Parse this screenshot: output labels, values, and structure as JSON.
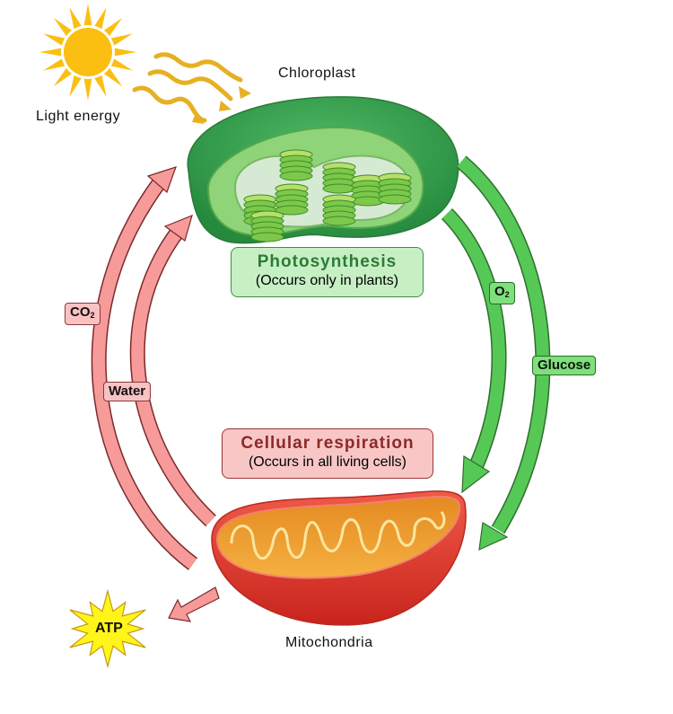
{
  "title": "Photosynthesis and Cellular Respiration Cycle",
  "labels": {
    "light_energy": "Light energy",
    "chloroplast": "Chloroplast",
    "mitochondria": "Mitochondria"
  },
  "photosynthesis": {
    "title": "Photosynthesis",
    "subtitle": "(Occurs only in plants)"
  },
  "respiration": {
    "title": "Cellular respiration",
    "subtitle": "(Occurs in all living cells)"
  },
  "arrows": {
    "oxygen": {
      "base": "O",
      "sub": "2"
    },
    "glucose": "Glucose",
    "carbon_dioxide": {
      "base": "CO",
      "sub": "2"
    },
    "water": "Water"
  },
  "atp": "ATP",
  "colors": {
    "sun": "#fbbf12",
    "light_wave": "#e6b022",
    "chloroplast_outer": "#3aa352",
    "green_arrow": "#56c856",
    "red_arrow": "#f79a9a",
    "mitochondria_outer": "#dd3a2c",
    "mitochondria_inner": "#f0a030",
    "atp_star": "#fff51a"
  }
}
